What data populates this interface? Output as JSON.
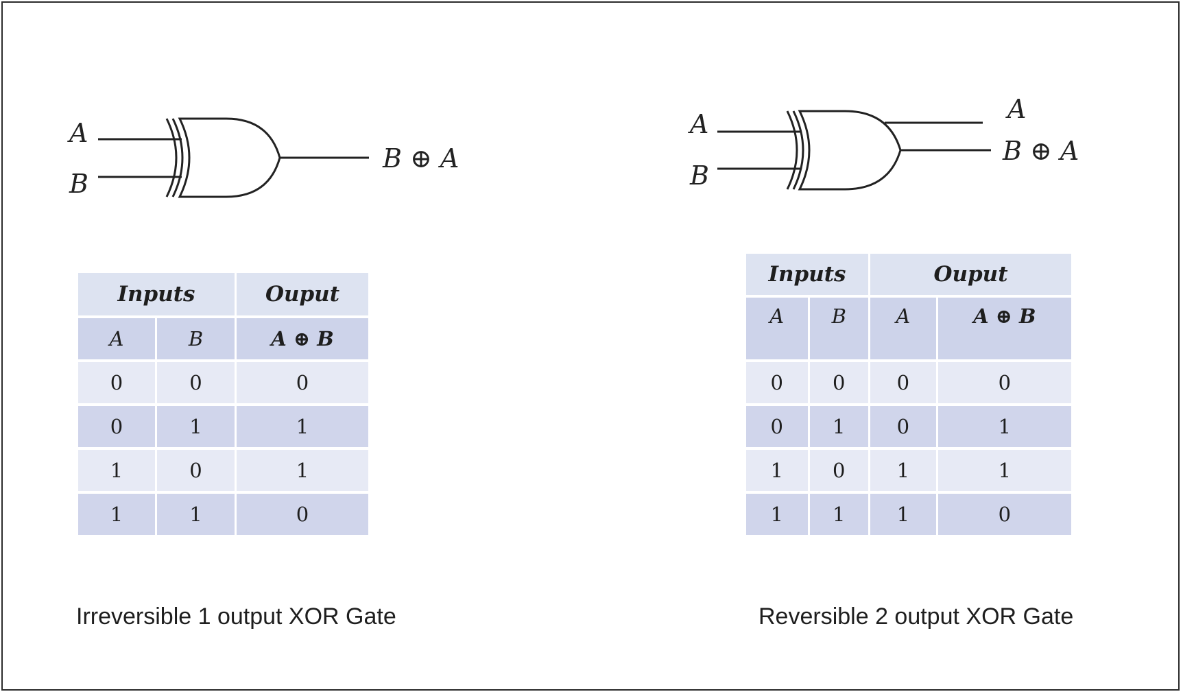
{
  "left": {
    "gate": {
      "input_a": "A",
      "input_b": "B",
      "output": "B ⊕ A"
    },
    "table": {
      "group_headers": [
        "Inputs",
        "Ouput"
      ],
      "columns": [
        "A",
        "B",
        "A ⊕ B"
      ],
      "rows": [
        [
          "0",
          "0",
          "0"
        ],
        [
          "0",
          "1",
          "1"
        ],
        [
          "1",
          "0",
          "1"
        ],
        [
          "1",
          "1",
          "0"
        ]
      ]
    },
    "caption": "Irreversible 1 output XOR Gate"
  },
  "right": {
    "gate": {
      "input_a": "A",
      "input_b": "B",
      "output_a": "A",
      "output_xor": "B ⊕ A"
    },
    "table": {
      "group_headers": [
        "Inputs",
        "Ouput"
      ],
      "columns": [
        "A",
        "B",
        "A",
        "A ⊕ B"
      ],
      "rows": [
        [
          "0",
          "0",
          "0",
          "0"
        ],
        [
          "0",
          "1",
          "0",
          "1"
        ],
        [
          "1",
          "0",
          "1",
          "1"
        ],
        [
          "1",
          "1",
          "1",
          "0"
        ]
      ]
    },
    "caption": "Reversible 2 output XOR Gate"
  }
}
